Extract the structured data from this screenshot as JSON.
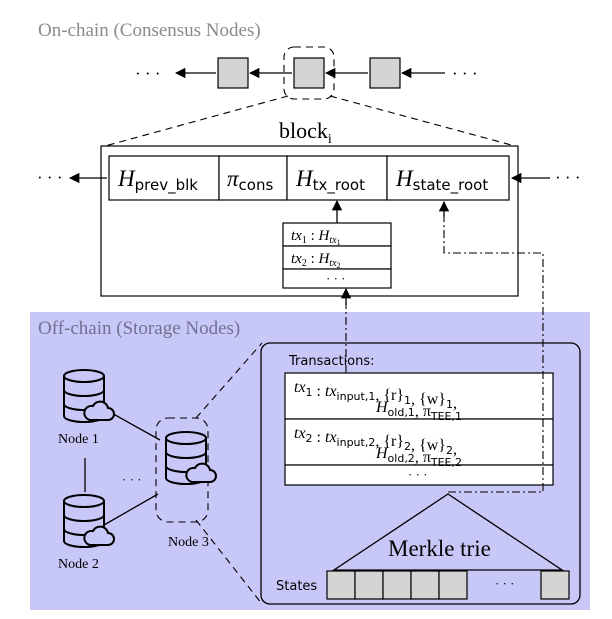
{
  "onchain": {
    "title": "On-chain (Consensus Nodes)"
  },
  "offchain": {
    "title": "Off-chain (Storage Nodes)"
  },
  "ellipsis": "· · ·",
  "block": {
    "label": "block",
    "sub": "i",
    "fields": [
      {
        "main": "H",
        "sub": "prev_blk"
      },
      {
        "main": "π",
        "sub": "cons"
      },
      {
        "main": "H",
        "sub": "tx_root"
      },
      {
        "main": "H",
        "sub": "state_root"
      }
    ],
    "tx_rows": [
      {
        "tx": "tx",
        "n": "1",
        "sep": " : ",
        "h": "H",
        "hsub": "tx",
        "hsubsub": "1"
      },
      {
        "tx": "tx",
        "n": "2",
        "sep": " : ",
        "h": "H",
        "hsub": "tx",
        "hsubsub": "2"
      }
    ],
    "tx_more": "· · ·"
  },
  "nodes": [
    {
      "label": "Node 1"
    },
    {
      "label": "Node 2"
    },
    {
      "label": "Node 3"
    }
  ],
  "node_ellipsis": "· · ·",
  "storage": {
    "transactions_label": "Transactions:",
    "rows": [
      {
        "line1": [
          {
            "t": "tx",
            "s": "1"
          },
          {
            "t": " : "
          },
          {
            "t": "tx",
            "s": "input,1"
          },
          {
            "t": ", {r}"
          },
          {
            "t": "",
            "s": "1"
          },
          {
            "t": ", {w}"
          },
          {
            "t": "",
            "s": "1"
          },
          {
            "t": ","
          }
        ],
        "line2": [
          {
            "t": "H",
            "s": "old,1"
          },
          {
            "t": ", π"
          },
          {
            "t": "",
            "s": "TEE,1"
          }
        ]
      },
      {
        "line1": [
          {
            "t": "tx",
            "s": "2"
          },
          {
            "t": " : "
          },
          {
            "t": "tx",
            "s": "input,2"
          },
          {
            "t": ", {r}"
          },
          {
            "t": "",
            "s": "2"
          },
          {
            "t": ", {w}"
          },
          {
            "t": "",
            "s": "2"
          },
          {
            "t": ","
          }
        ],
        "line2": [
          {
            "t": "H",
            "s": "old,2"
          },
          {
            "t": ", π"
          },
          {
            "t": "",
            "s": "TEE,2"
          }
        ]
      }
    ],
    "rows_more": "· · ·",
    "merkle_label": "Merkle trie",
    "states_label": "States",
    "states_ellipsis": "· · ·"
  },
  "colors": {
    "offchain_bg": "#c8c8f8",
    "cell_gray": "#d4d4d4"
  }
}
